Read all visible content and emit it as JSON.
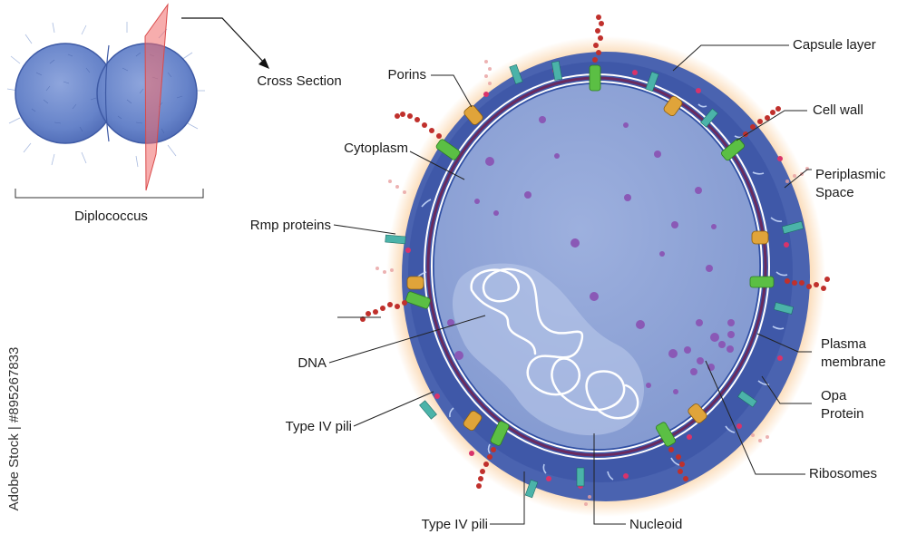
{
  "title_cross_section": "Cross Section",
  "diplococcus_label": "Diplococcus",
  "watermark_text": "Adobe Stock | #895267833",
  "colors": {
    "cytoplasm": "#8ea3d6",
    "cell_edge": "#2f4fa3",
    "periplasm": "#4a63b0",
    "capsule_glow": "#f7b56b",
    "porin": "#e0a43a",
    "rmp": "#4bb3a9",
    "opa": "#5bbf44",
    "ribosome": "#8a59b6",
    "lipo_chain": "#c0302c"
  },
  "labels": {
    "capsule_layer": "Capsule layer",
    "porins": "Porins",
    "cell_wall": "Cell wall",
    "cytoplasm": "Cytoplasm",
    "periplasmic_space_1": "Periplasmic",
    "periplasmic_space_2": "Space",
    "rmp_proteins": "Rmp proteins",
    "dna": "DNA",
    "plasma_membrane_1": "Plasma",
    "plasma_membrane_2": "membrane",
    "opa_protein_1": "Opa",
    "opa_protein_2": "Protein",
    "type_iv_pili_left": "Type IV pili",
    "ribosomes": "Ribosomes",
    "type_iv_pili_bottom": "Type IV pili",
    "nucleoid": "Nucleoid"
  }
}
